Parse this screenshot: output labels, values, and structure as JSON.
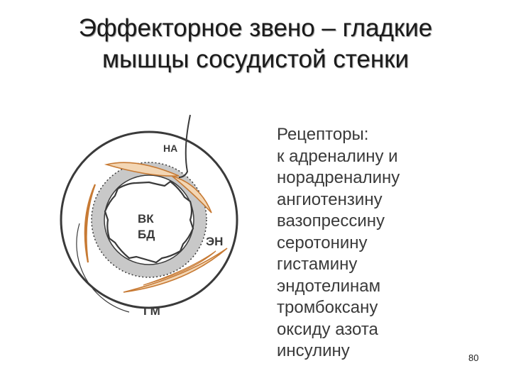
{
  "slide": {
    "title_line1": "Эффекторное звено – гладкие",
    "title_line2": "мышцы сосудистой стенки",
    "page_number": "80"
  },
  "diagram": {
    "label_na": "НА",
    "label_vk": "ВК",
    "label_vd": "БД",
    "label_en": "ЭН",
    "label_gm": "ГМ",
    "colors": {
      "muscle_fill": "#f3d6b4",
      "muscle_stroke": "#c77a34",
      "outline": "#3a3a3a"
    }
  },
  "receptors": {
    "heading": "Рецепторы:",
    "items": [
      "к адреналину и",
      "норадреналину",
      "ангиотензину",
      "вазопрессину",
      "серотонину",
      "гистамину",
      "эндотелинам",
      "тромбоксану",
      "оксиду азота",
      "инсулину"
    ]
  }
}
